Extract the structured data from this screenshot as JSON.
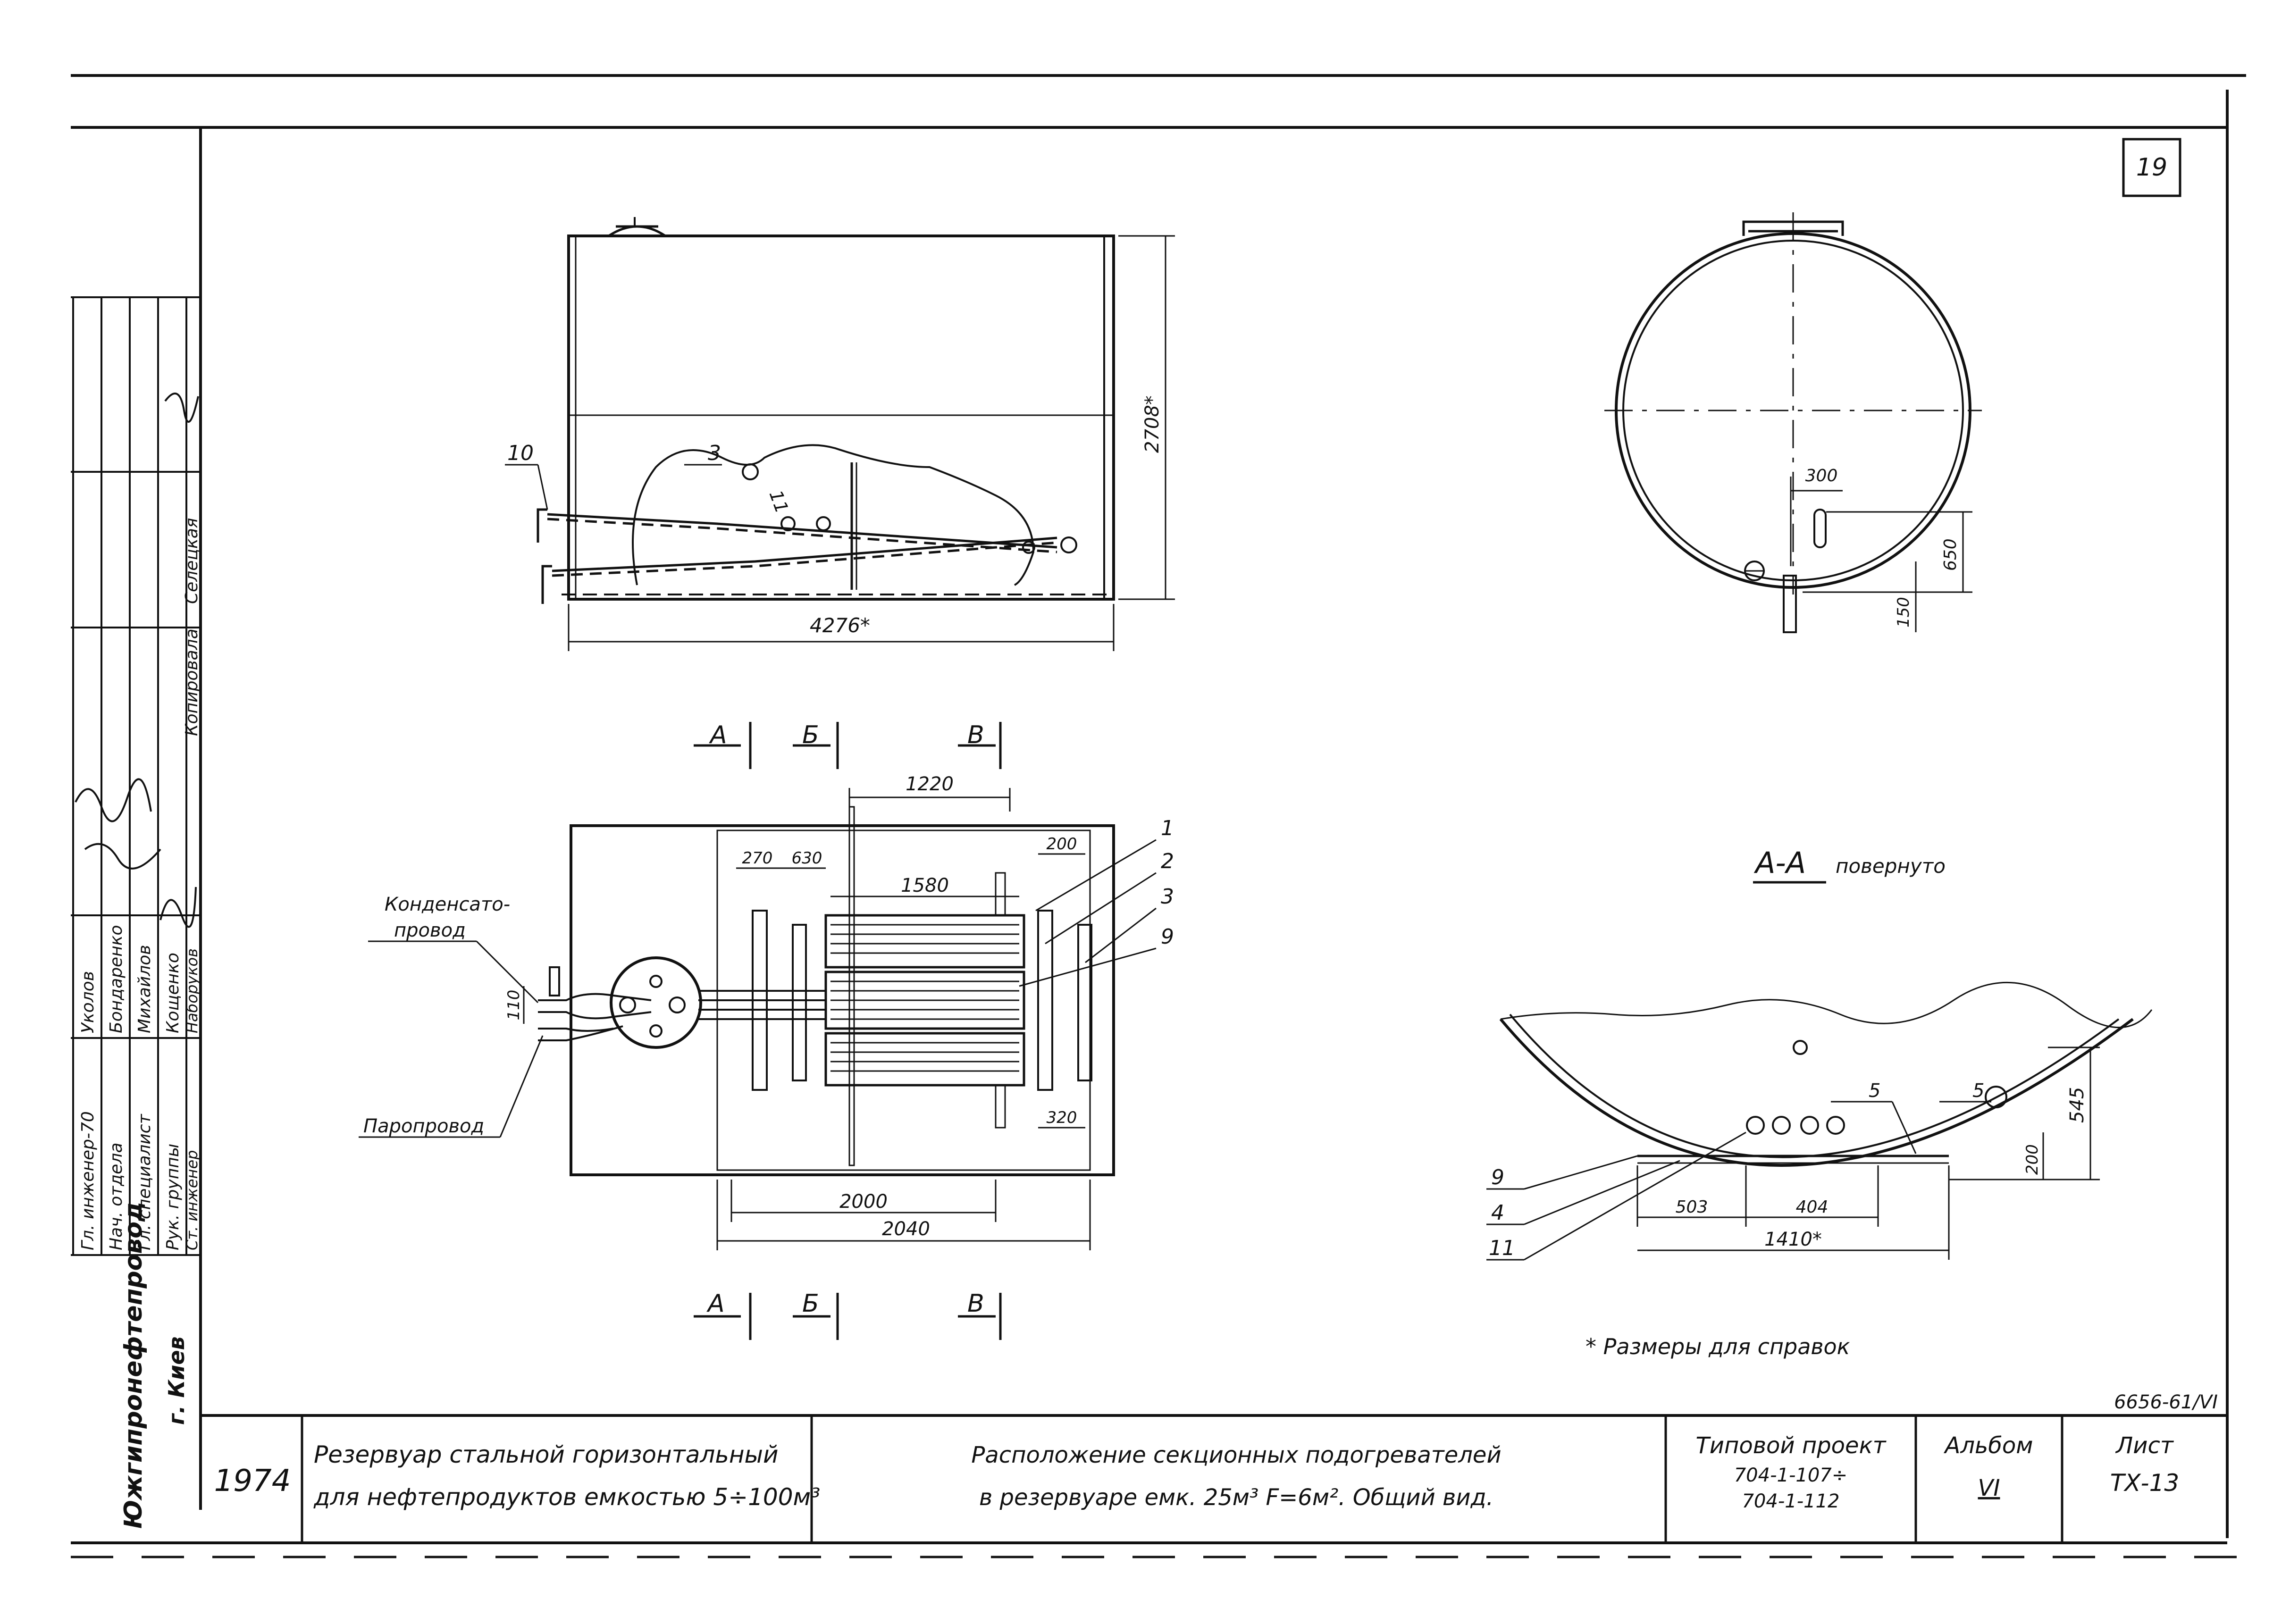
{
  "sheet_number": "19",
  "stamp": {
    "year": "1974",
    "title_1": "Резервуар стальной горизонтальный",
    "title_2": "для нефтепродуктов емкостью 5÷100м³",
    "content_1": "Расположение секционных подогревателей",
    "content_2": "в резервуаре емк. 25м³ F=6м². Общий вид.",
    "project_label": "Типовой проект",
    "project_code_1": "704-1-107÷",
    "project_code_2": "704-1-112",
    "album_label": "Альбом",
    "album_value": "VI",
    "sheet_label": "Лист",
    "sheet_value": "ТХ-13"
  },
  "drawing_code": "6656-61/VI",
  "side_stamp": {
    "org": "Южгипронефтепровод",
    "city": "г. Киев",
    "roles": [
      "Гл. инженер-70",
      "Нач. отдела",
      "Гл. специалист",
      "Рук. группы",
      "Ст. инженер"
    ],
    "names": [
      "Уколов",
      "Бондаренко",
      "Михайлов",
      "Кощенко",
      "Наборуков"
    ],
    "copied_label": "Копировала",
    "copier_name": "Селецкая"
  },
  "view_top": {
    "dim_length": "4276*",
    "dim_height": "2708*",
    "items": [
      "10",
      "3",
      "11"
    ]
  },
  "view_plan": {
    "sections": [
      "А",
      "Б",
      "В"
    ],
    "dims": {
      "d1220": "1220",
      "d270": "270",
      "d630": "630",
      "d200": "200",
      "d1580": "1580",
      "d110": "110",
      "d320": "320",
      "d2000": "2000",
      "d2040": "2040"
    },
    "items": [
      "1",
      "2",
      "3",
      "9"
    ],
    "label_condensate_1": "Конденсато-",
    "label_condensate_2": "провод",
    "label_steam": "Паропровод"
  },
  "view_section": {
    "dim_300": "300",
    "dim_650": "650",
    "dim_150": "150"
  },
  "section_aa": {
    "title": "А-А",
    "subtitle": "повернуто",
    "dim_545": "545",
    "dim_200": "200",
    "dim_503": "503",
    "dim_404": "404",
    "dim_1410": "1410*",
    "weld_1": "5",
    "weld_2": "5",
    "items": [
      "9",
      "4",
      "11"
    ]
  },
  "note": "* Размеры для справок"
}
